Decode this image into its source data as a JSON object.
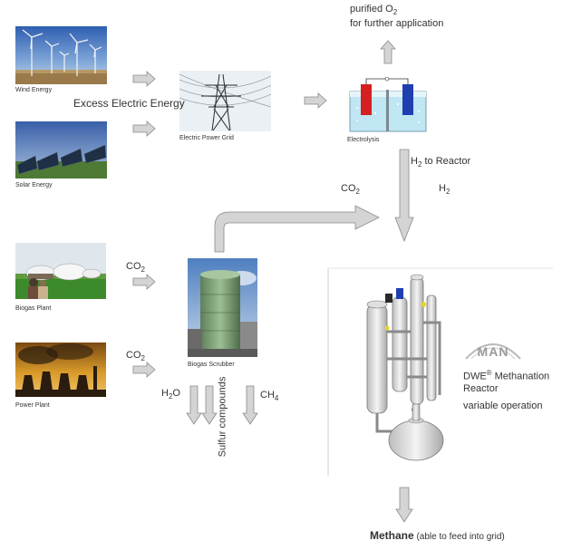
{
  "sources": {
    "wind": "Wind Energy",
    "solar": "Solar Energy",
    "biogas_plant": "Biogas Plant",
    "power_plant": "Power Plant"
  },
  "labels": {
    "excess_energy": "Excess Electric Energy",
    "grid": "Electric Power Grid",
    "electrolysis": "Electrolysis",
    "purified_o2_pre": "purified O",
    "purified_o2_sub": "2",
    "purified_o2_line2": "for further application",
    "h2_to_reactor_pre": "H",
    "h2_to_reactor_sub": "2",
    "h2_to_reactor_post": " to Reactor",
    "co2_top_pre": "CO",
    "co2_top_sub": "2",
    "h2_right_pre": "H",
    "h2_right_sub": "2",
    "co2_biogas_pre": "CO",
    "co2_biogas_sub": "2",
    "co2_power_pre": "CO",
    "co2_power_sub": "2",
    "scrubber": "Biogas Scrubber",
    "h2o_pre": "H",
    "h2o_sub": "2",
    "h2o_post": "O",
    "sulfur": "Sulfur compounds",
    "ch4_pre": "CH",
    "ch4_sub": "4",
    "man_logo": "MAN",
    "reactor_line1_pre": "DWE",
    "reactor_line1_sup": "®",
    "reactor_line1_post": " Methanation",
    "reactor_line2": "Reactor",
    "reactor_line3": "variable operation",
    "methane_bold": "Methane",
    "methane_rest": " (able to feed into grid)"
  },
  "colors": {
    "arrow_fill": "#d4d4d4",
    "arrow_stroke": "#8a8a8a",
    "divider": "#cfcfcf",
    "electrode_red": "#d42020",
    "electrode_blue": "#1f3fb0",
    "water": "#bfe6f2",
    "reactor_body": "#e6e6e6"
  }
}
